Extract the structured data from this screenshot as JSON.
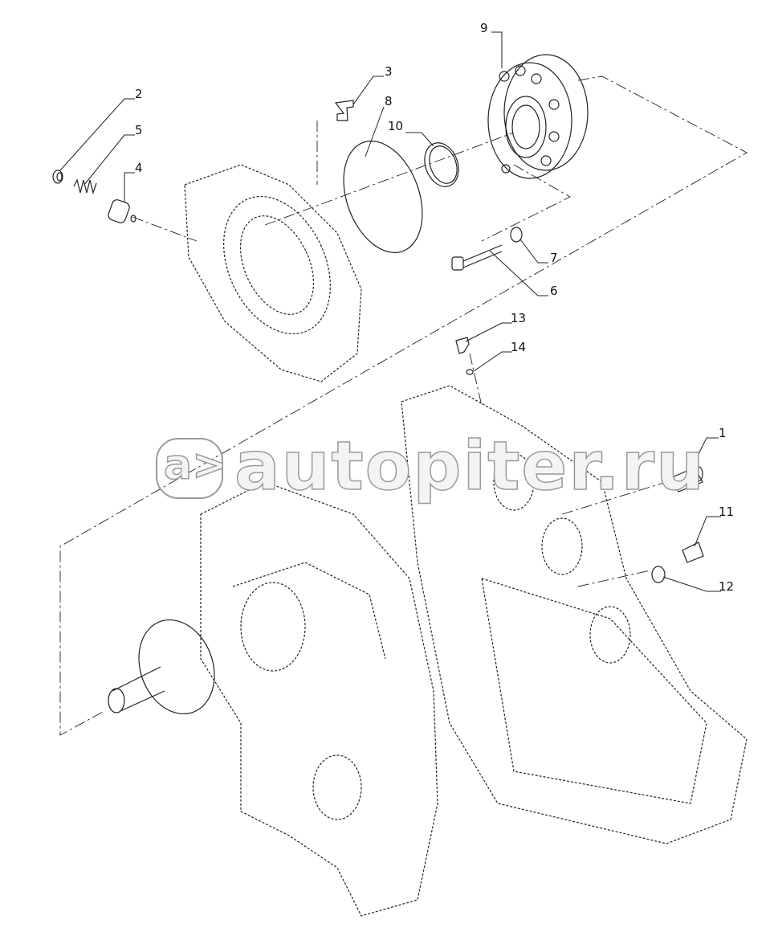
{
  "diagram": {
    "callouts": [
      "1",
      "2",
      "3",
      "4",
      "5",
      "6",
      "7",
      "8",
      "9",
      "10",
      "11",
      "12",
      "13",
      "14"
    ],
    "line_color": "#222222",
    "watermark_color": "#9a9a9a"
  },
  "watermark": {
    "logo": "a>",
    "text": "autopiter.ru"
  }
}
